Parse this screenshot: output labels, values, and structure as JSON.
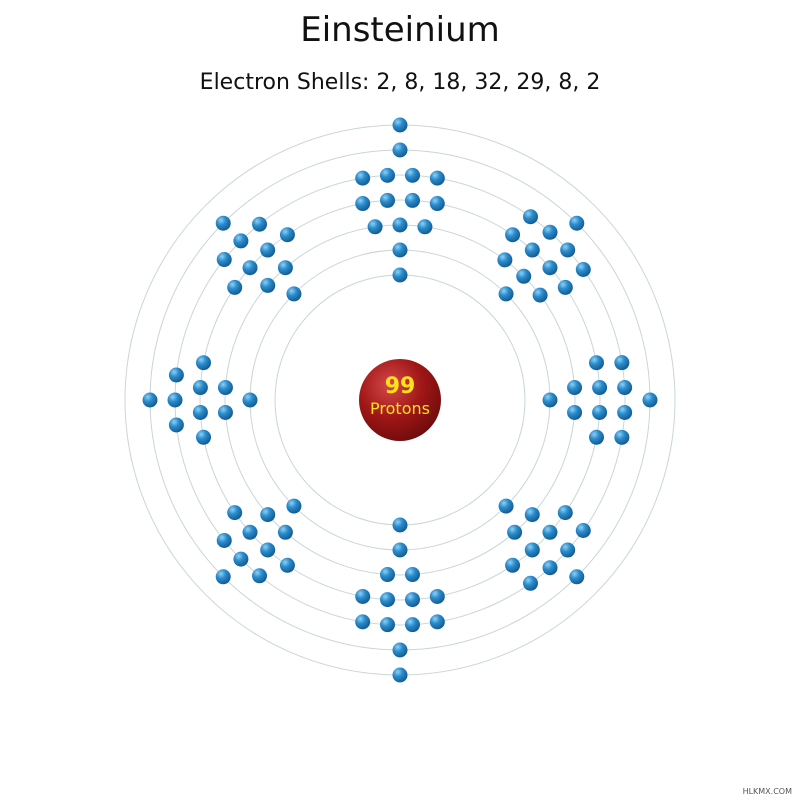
{
  "title": "Einsteinium",
  "subtitle": "Electron Shells: 2, 8, 18, 32, 29, 8, 2",
  "nucleus": {
    "protons": "99",
    "label": "Protons"
  },
  "shells": [
    2,
    8,
    18,
    32,
    29,
    8,
    2
  ],
  "colors": {
    "nucleus": "#a01616",
    "nucleus_text_count": "#ffe21a",
    "nucleus_text_label": "#ffe21a",
    "electron": "#1f78b4",
    "orbit": "#c9d6d6",
    "text": "#111111"
  },
  "watermark": "HLKMX.COM"
}
